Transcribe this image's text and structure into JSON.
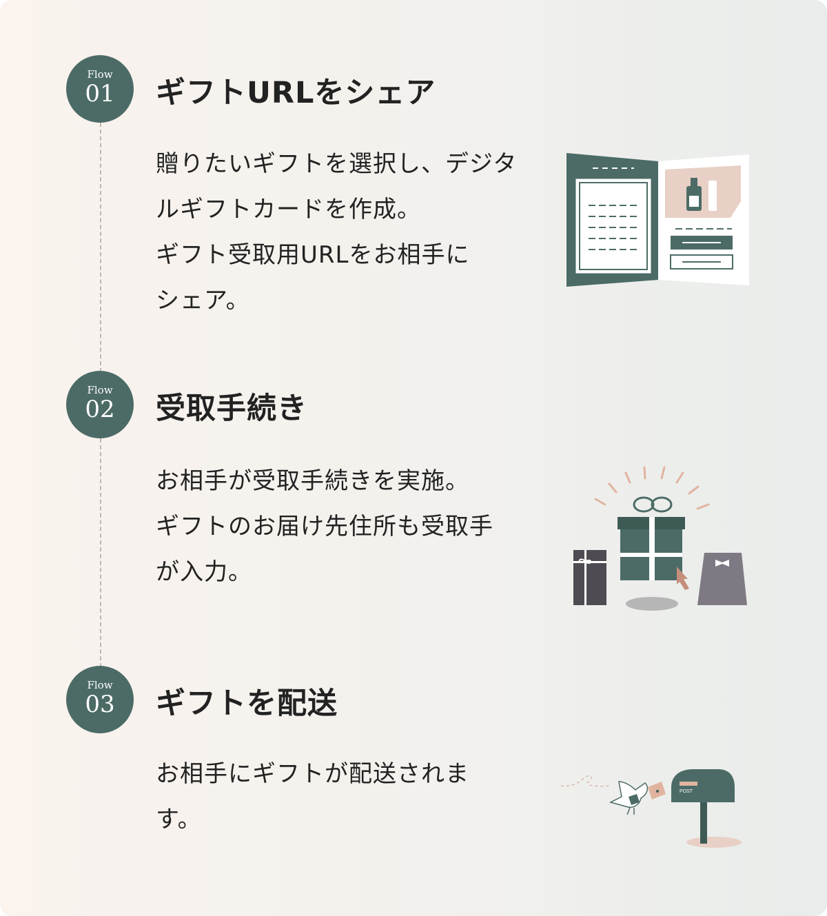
{
  "steps": [
    {
      "flow_label": "Flow",
      "number": "01",
      "title": "ギフトURLをシェア",
      "description_lines": [
        "贈りたいギフトを選択し、デジタ",
        "ルギフトカードを作成。",
        "ギフト受取用URLをお相手に",
        "シェア。"
      ],
      "illustration": "gift-card-booklet-icon"
    },
    {
      "flow_label": "Flow",
      "number": "02",
      "title": "受取手続き",
      "description_lines": [
        "お相手が受取手続きを実施。",
        "ギフトのお届け先住所も受取手",
        "が入力。"
      ],
      "illustration": "gift-boxes-icon"
    },
    {
      "flow_label": "Flow",
      "number": "03",
      "title": "ギフトを配送",
      "description_lines": [
        "お相手にギフトが配送されま",
        "す。"
      ],
      "illustration": "mailbox-bird-icon",
      "mailbox_label": "POST"
    }
  ],
  "colors": {
    "accent": "#4c6b66",
    "accent_light": "#e8d0c6",
    "text": "#222222",
    "dashed_line": "#b9b9b9"
  }
}
